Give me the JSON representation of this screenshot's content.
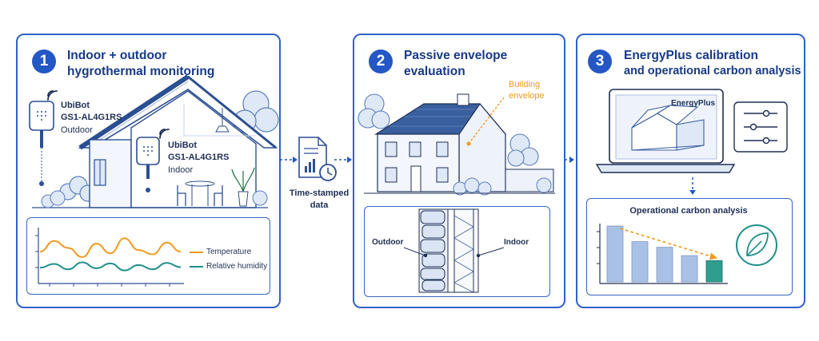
{
  "steps": [
    {
      "number": "1",
      "title_line1": "Indoor + outdoor",
      "title_line2": "hygrothermal monitoring"
    },
    {
      "number": "2",
      "title_line1": "Passive envelope",
      "title_line2": "evaluation"
    },
    {
      "number": "3",
      "title_line1": "EnergyPlus calibration",
      "title_line2": "and operational carbon analysis"
    }
  ],
  "sensor_outdoor": {
    "line1": "UbiBot",
    "line2": "GS1-AL4G1RS",
    "line3": "Outdoor"
  },
  "sensor_indoor": {
    "line1": "UbiBot",
    "line2": "GS1-AL4G1RS",
    "line3": "Indoor"
  },
  "legend": {
    "temperature": "Temperature",
    "humidity": "Relative humidity"
  },
  "connector": {
    "line1": "Time-stamped",
    "line2": "data"
  },
  "envelope": {
    "label_line1": "Building",
    "label_line2": "envelope",
    "outdoor": "Outdoor",
    "indoor": "Indoor"
  },
  "energyplus": {
    "screen_label": "EnergyPlus",
    "chart_title": "Operational carbon analysis"
  },
  "colors": {
    "accent": "#2457c5",
    "temperature": "#f29a1f",
    "humidity": "#1e8f8a",
    "envelope_label": "#f29a1f",
    "bar": "#aac1e6",
    "bar_highlight": "#2f9e8f"
  },
  "icons": [
    "wifi-icon",
    "document-chart-icon",
    "clock-icon",
    "sliders-icon",
    "leaf-icon",
    "laptop-icon"
  ],
  "chart_data": [
    {
      "type": "line",
      "title": "",
      "series": [
        {
          "name": "Temperature",
          "values": [
            0.55,
            0.75,
            0.62,
            0.45,
            0.7,
            0.52,
            0.8,
            0.58,
            0.5,
            0.72,
            0.55
          ]
        },
        {
          "name": "Relative humidity",
          "values": [
            0.25,
            0.32,
            0.22,
            0.35,
            0.24,
            0.33,
            0.2,
            0.3,
            0.22,
            0.34,
            0.26
          ]
        }
      ]
    },
    {
      "type": "bar",
      "title": "Operational carbon analysis",
      "values": [
        1.0,
        0.72,
        0.62,
        0.47,
        0.38
      ],
      "trend": "decreasing"
    }
  ]
}
